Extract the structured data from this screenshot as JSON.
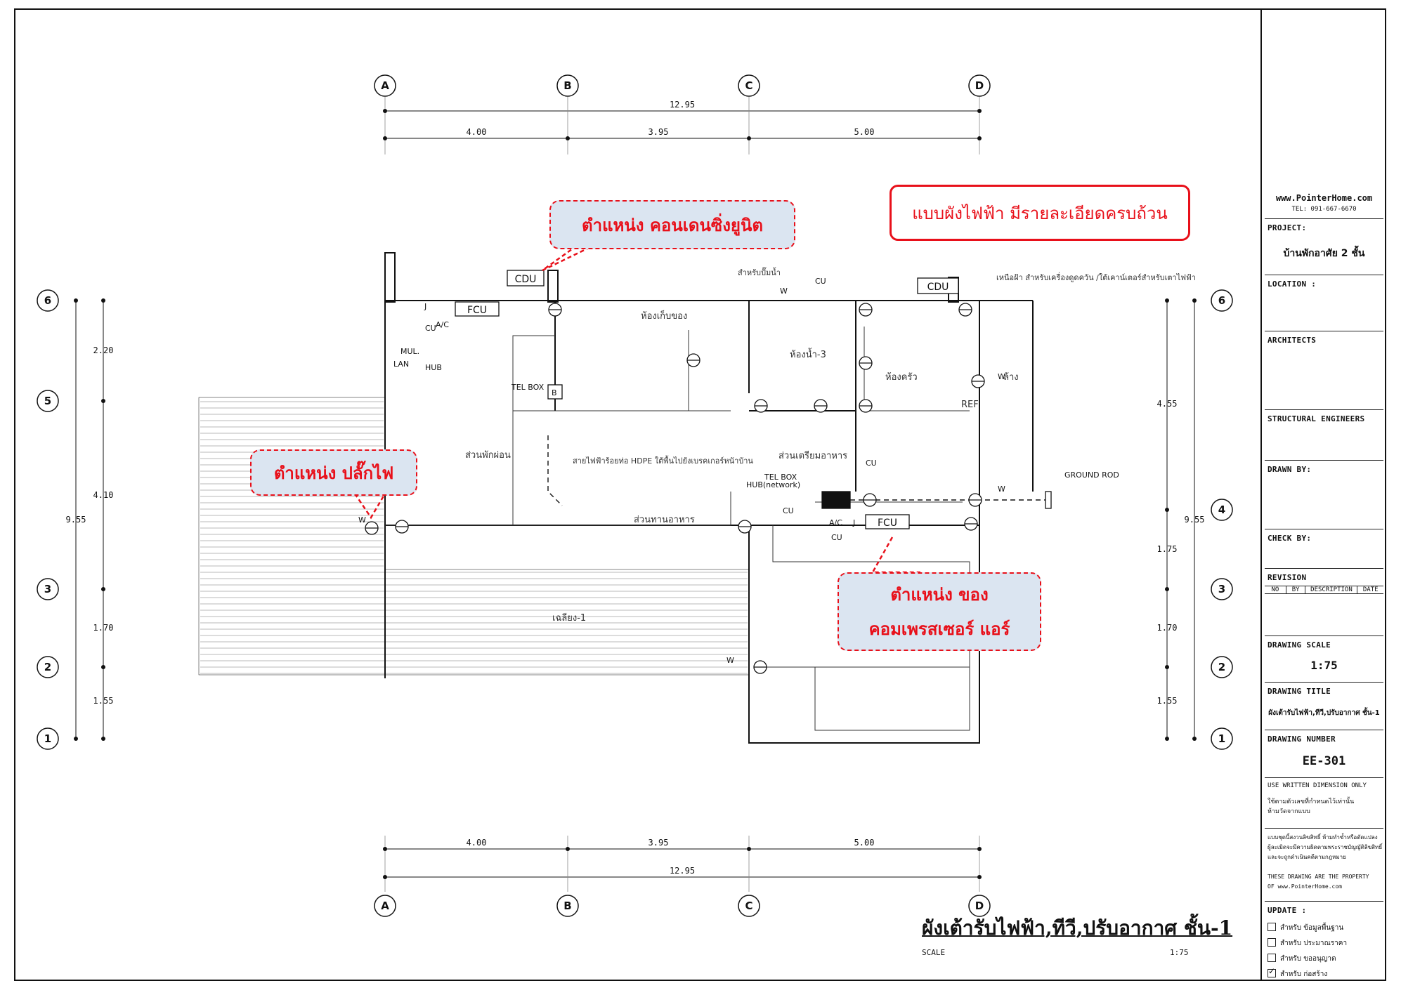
{
  "grid": {
    "columns": [
      "A",
      "B",
      "C",
      "D"
    ],
    "rows": [
      "6",
      "5",
      "4",
      "3",
      "2",
      "1"
    ],
    "top_overall": "12.95",
    "top_spans": [
      "4.00",
      "3.95",
      "5.00"
    ],
    "bottom_overall": "12.95",
    "bottom_spans": [
      "4.00",
      "3.95",
      "5.00"
    ],
    "left_overall": "9.55",
    "left_spans": [
      "2.20",
      "4.10",
      "1.70",
      "1.55"
    ],
    "right_overall": "9.55",
    "right_spans": [
      "4.55",
      "1.75",
      "1.70",
      "1.55"
    ]
  },
  "callouts": {
    "condensing_unit": "ตำแหน่ง คอนเดนซิ่งยูนิต",
    "outlet": "ตำแหน่ง ปลั๊กไฟ",
    "compressor_line1": "ตำแหน่ง ของ",
    "compressor_line2": "คอมเพรสเซอร์ แอร์",
    "detail_note": "แบบผังไฟฟ้า มีรายละเอียดครบถ้วน"
  },
  "plan_labels": {
    "cdu": "CDU",
    "fcu": "FCU",
    "tel_box": "TEL BOX",
    "tel_box2": "TEL BOX",
    "hub_network": "HUB(network)",
    "ac": "A/C",
    "cu": "CU",
    "mul": "MUL.",
    "lan": "LAN",
    "hub": "HUB",
    "w": "W",
    "b": "B",
    "j": "J",
    "storage": "ห้องเก็บของ",
    "bathroom3": "ห้องน้ำ-3",
    "kitchen": "ห้องครัว",
    "wash": "ล้าง",
    "ref": "REF",
    "living": "ส่วนพักผ่อน",
    "dining": "ส่วนทานอาหาร",
    "prep": "ส่วนเตรียมอาหาร",
    "terrace": "เฉลียง-1",
    "hdpe_note": "สายไฟฟ้าร้อยท่อ HDPE ใต้พื้นไปยังเบรคเกอร์หน้าบ้าน",
    "heater_note": "สำหรับปั๊มน้ำ",
    "stove_note": "เหนือฝ้า สำหรับเครื่องดูดควัน /ใต้เคาน์เตอร์สำหรับเตาไฟฟ้า",
    "ground_rod": "GROUND ROD"
  },
  "drawing_title": "ผังเต้ารับไฟฟ้า,ทีวี,ปรับอากาศ ชั้น-1",
  "drawing_scale_label": "SCALE",
  "drawing_scale_value": "1:75",
  "titleblock": {
    "website": "www.PointerHome.com",
    "tel": "TEL: 091-667-6670",
    "project_label": "PROJECT:",
    "project_value": "บ้านพักอาศัย 2 ชั้น",
    "location_label": "LOCATION :",
    "architects_label": "ARCHITECTS",
    "structural_label": "STRUCTURAL ENGINEERS",
    "drawn_label": "DRAWN BY:",
    "check_label": "CHECK BY:",
    "revision_label": "REVISION",
    "rev_cols": [
      "NO",
      "BY",
      "DESCRIPTION",
      "DATE"
    ],
    "scale_label": "DRAWING SCALE",
    "scale_value": "1:75",
    "title_label": "DRAWING TITLE",
    "title_value": "ผังเต้ารับไฟฟ้า,ทีวี,ปรับอากาศ ชั้น-1",
    "number_label": "DRAWING NUMBER",
    "number_value": "EE-301",
    "written_dim": "USE WRITTEN DIMENSION ONLY",
    "written_dim_th1": "ใช้ตามตัวเลขที่กำหนดไว้เท่านั้น",
    "written_dim_th2": "ห้ามวัดจากแบบ",
    "copyright_th1": "แบบชุดนี้สงวนลิขสิทธิ์ ห้ามทำซ้ำหรือดัดแปลง",
    "copyright_th2": "ผู้ละเมิดจะมีความผิดตามพระราชบัญญัติลิขสิทธิ์",
    "copyright_th3": "และจะถูกดำเนินคดีตามกฎหมาย",
    "property1": "THESE DRAWING ARE THE PROPERTY",
    "property2": "OF www.PointerHome.com",
    "update_label": "UPDATE :",
    "updates": [
      "สำหรับ ข้อมูลพื้นฐาน",
      "สำหรับ ประมาณราคา",
      "สำหรับ ขออนุญาต",
      "สำหรับ ก่อสร้าง"
    ],
    "update_checked": [
      false,
      false,
      false,
      true
    ]
  }
}
